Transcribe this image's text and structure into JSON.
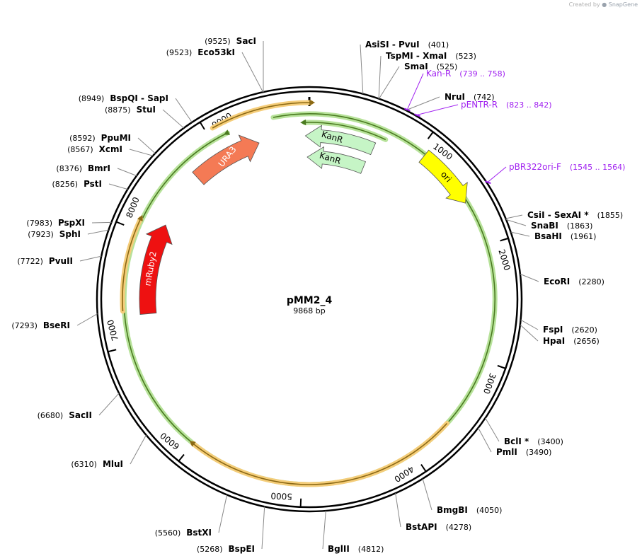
{
  "credit": {
    "prefix": "Created by",
    "brand": "SnapGene"
  },
  "plasmid": {
    "name": "pMM2_4",
    "size_label": "9868 bp",
    "length_bp": 9868
  },
  "ticks": [
    {
      "bp": 1000,
      "label": "1000"
    },
    {
      "bp": 2000,
      "label": "2000"
    },
    {
      "bp": 3000,
      "label": "3000"
    },
    {
      "bp": 4000,
      "label": "4000"
    },
    {
      "bp": 5000,
      "label": "5000"
    },
    {
      "bp": 6000,
      "label": "6000"
    },
    {
      "bp": 7000,
      "label": "7000"
    },
    {
      "bp": 8000,
      "label": "8000"
    },
    {
      "bp": 9000,
      "label": "9000"
    }
  ],
  "sites": [
    {
      "name": "SacI",
      "pos": "(9525)",
      "bp": 9525
    },
    {
      "name": "Eco53kI",
      "pos": "(9523)",
      "bp": 9523
    },
    {
      "name": "BspQI",
      "name2": "SapI",
      "pos": "(8949)",
      "bp": 8949
    },
    {
      "name": "StuI",
      "pos": "(8875)",
      "bp": 8875
    },
    {
      "name": "PpuMI",
      "pos": "(8592)",
      "bp": 8592
    },
    {
      "name": "XcmI",
      "pos": "(8567)",
      "bp": 8567
    },
    {
      "name": "BmrI",
      "pos": "(8376)",
      "bp": 8376
    },
    {
      "name": "PstI",
      "pos": "(8256)",
      "bp": 8256
    },
    {
      "name": "PspXI",
      "pos": "(7983)",
      "bp": 7983
    },
    {
      "name": "SphI",
      "pos": "(7923)",
      "bp": 7923
    },
    {
      "name": "PvuII",
      "pos": "(7722)",
      "bp": 7722
    },
    {
      "name": "BseRI",
      "pos": "(7293)",
      "bp": 7293
    },
    {
      "name": "SacII",
      "pos": "(6680)",
      "bp": 6680
    },
    {
      "name": "MluI",
      "pos": "(6310)",
      "bp": 6310
    },
    {
      "name": "BstXI",
      "pos": "(5560)",
      "bp": 5560
    },
    {
      "name": "BspEI",
      "pos": "(5268)",
      "bp": 5268
    },
    {
      "name": "BglII",
      "pos": "(4812)",
      "bp": 4812
    },
    {
      "name": "BstAPI",
      "pos": "(4278)",
      "bp": 4278
    },
    {
      "name": "BmgBI",
      "pos": "(4050)",
      "bp": 4050
    },
    {
      "name": "PmlI",
      "pos": "(3490)",
      "bp": 3490
    },
    {
      "name": "BclI *",
      "pos": "(3400)",
      "bp": 3400
    },
    {
      "name": "HpaI",
      "pos": "(2656)",
      "bp": 2656
    },
    {
      "name": "FspI",
      "pos": "(2620)",
      "bp": 2620
    },
    {
      "name": "EcoRI",
      "pos": "(2280)",
      "bp": 2280
    },
    {
      "name": "BsaHI",
      "pos": "(1961)",
      "bp": 1961
    },
    {
      "name": "SnaBI",
      "pos": "(1863)",
      "bp": 1863
    },
    {
      "name": "CsiI",
      "name2": "SexAI *",
      "pos": "(1855)",
      "bp": 1855
    },
    {
      "name": "NruI",
      "pos": "(742)",
      "bp": 742
    },
    {
      "name": "SmaI",
      "pos": "(525)",
      "bp": 525
    },
    {
      "name": "TspMI",
      "name2": "XmaI",
      "pos": "(523)",
      "bp": 523
    },
    {
      "name": "AsiSI",
      "name2": "PvuI",
      "pos": "(401)",
      "bp": 401
    }
  ],
  "primers": [
    {
      "name": "Kan-R",
      "range": "(739 .. 758)",
      "bp": 748
    },
    {
      "name": "pENTR-R",
      "range": "(823 .. 842)",
      "bp": 832
    },
    {
      "name": "pBR322ori-F",
      "range": "(1545 .. 1564)",
      "bp": 1554
    }
  ],
  "features": [
    {
      "name": "KanR",
      "color": "#c6f5c6"
    },
    {
      "name": "KanR",
      "color": "#c6f5c6"
    },
    {
      "name": "ori",
      "color": "#ffff00"
    },
    {
      "name": "URA3",
      "color": "#f47a55"
    },
    {
      "name": "mRuby2",
      "color": "#ee1111"
    }
  ],
  "colors": {
    "backbone": "#000000",
    "orf_outline": "#8b6914",
    "orf_glow": "#f5cd7a",
    "orf_green": "#4a7a20",
    "orf_green_glow": "#b7e29a",
    "primer": "#a020f0"
  }
}
